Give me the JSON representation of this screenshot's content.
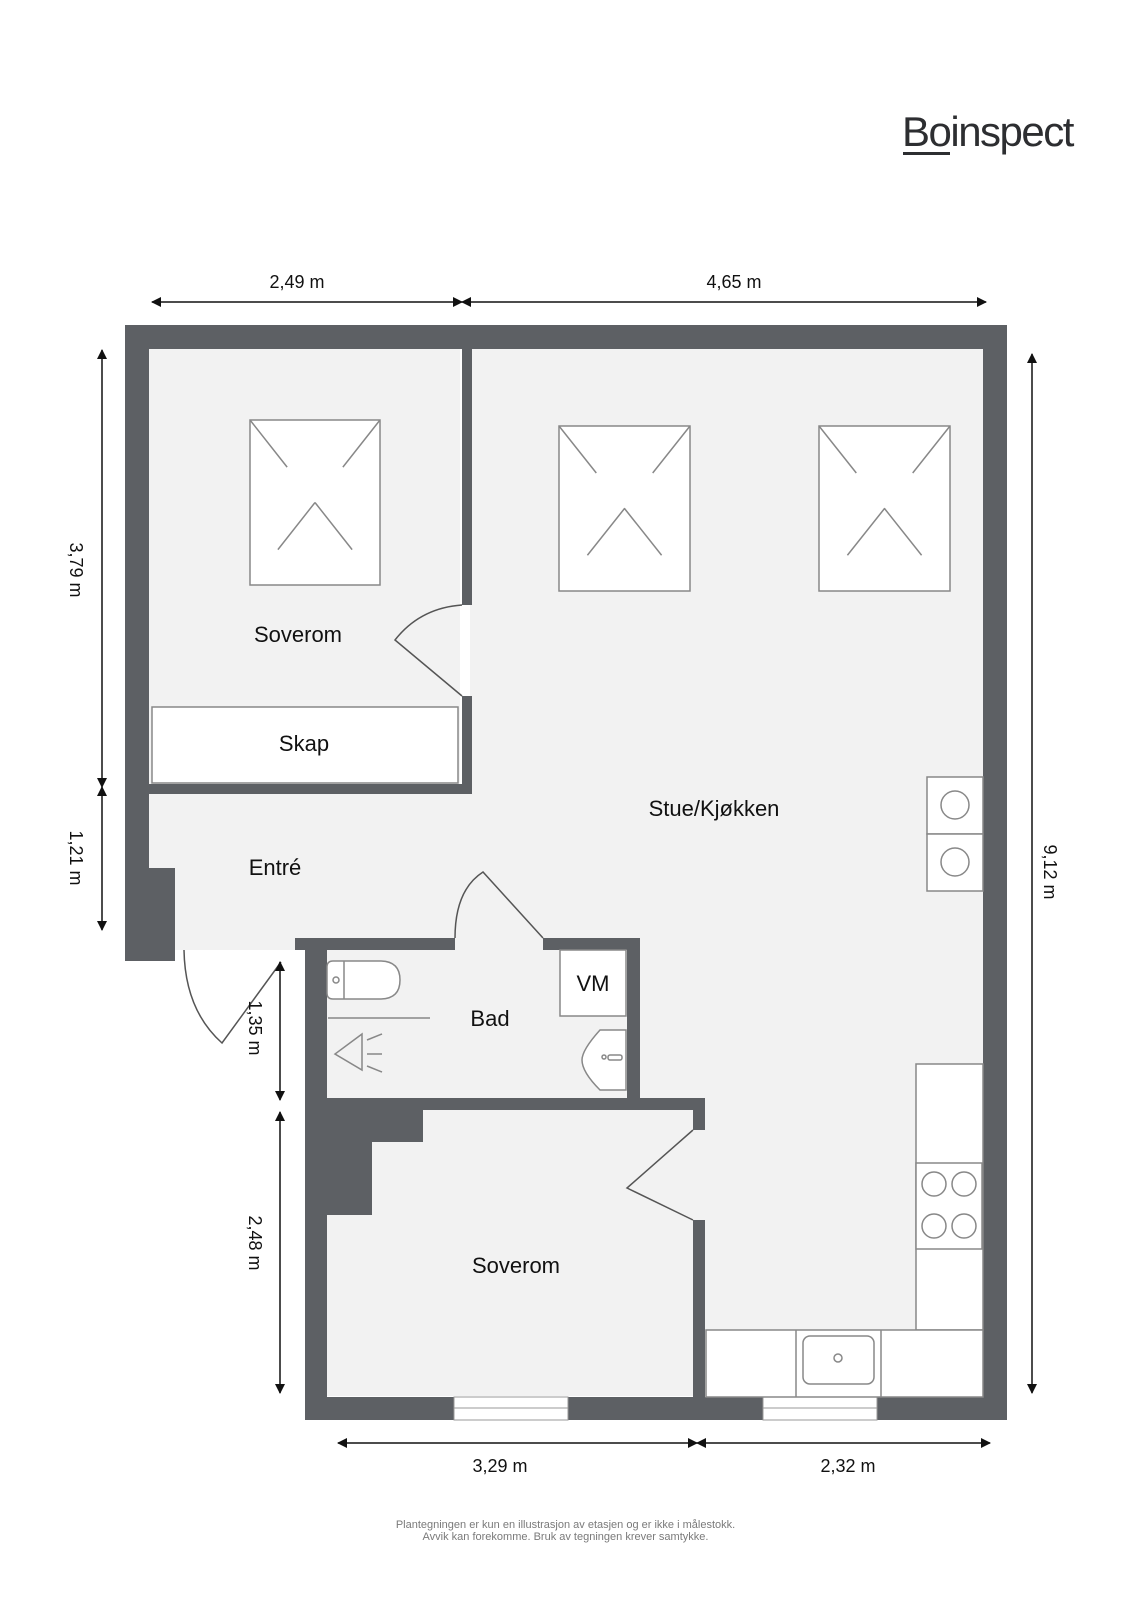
{
  "brand": {
    "logo_text": "Boinspect"
  },
  "colors": {
    "wall": "#5d6064",
    "floor": "#f2f2f2",
    "fixture": "#ffffff",
    "line": "#777777"
  },
  "rooms": {
    "soverom_top": "Soverom",
    "skap": "Skap",
    "entre": "Entré",
    "stue_kjokken": "Stue/Kjøkken",
    "bad": "Bad",
    "vm": "VM",
    "soverom_bottom": "Soverom"
  },
  "dimensions": {
    "top_left": "2,49 m",
    "top_right": "4,65 m",
    "left_upper": "3,79 m",
    "left_lower": "1,21 m",
    "right": "9,12 m",
    "bath_left": "1,35 m",
    "bedroom_left": "2,48 m",
    "bottom_left": "3,29 m",
    "bottom_right": "2,32 m"
  },
  "footer": {
    "line1": "Plantegningen er kun en illustrasjon av etasjen og er ikke i målestokk.",
    "line2": "Avvik kan forekomme. Bruk av tegningen krever samtykke."
  }
}
